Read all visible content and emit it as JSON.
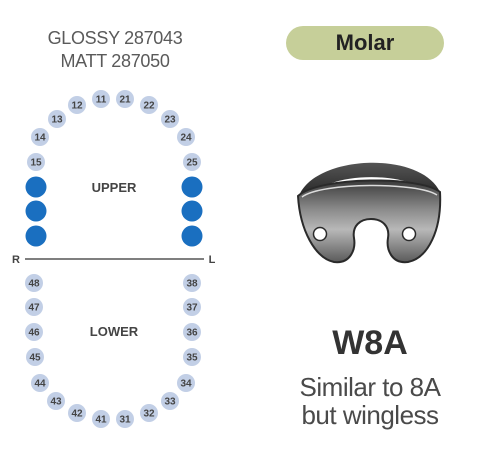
{
  "codes": {
    "glossy": "GLOSSY 287043",
    "matt": "MATT 287050"
  },
  "badge": {
    "label": "Molar"
  },
  "chart": {
    "upper_label": "UPPER",
    "lower_label": "LOWER",
    "right_label": "R",
    "left_label": "L"
  },
  "teeth_upper": [
    "15",
    "14",
    "13",
    "12",
    "11",
    "21",
    "22",
    "23",
    "24",
    "25"
  ],
  "teeth_lower": [
    "48",
    "47",
    "46",
    "45",
    "44",
    "43",
    "42",
    "41",
    "31",
    "32",
    "33",
    "34",
    "35",
    "36",
    "37",
    "38"
  ],
  "highlighted": {
    "upper_right_count": 3,
    "upper_left_count": 3
  },
  "colors": {
    "tooth_fill": "#c2cfe6",
    "tooth_highlight": "#1a6fc0",
    "label": "#444444"
  },
  "product": {
    "model": "W8A",
    "desc_line1": "Similar to 8A",
    "desc_line2": "but wingless"
  }
}
